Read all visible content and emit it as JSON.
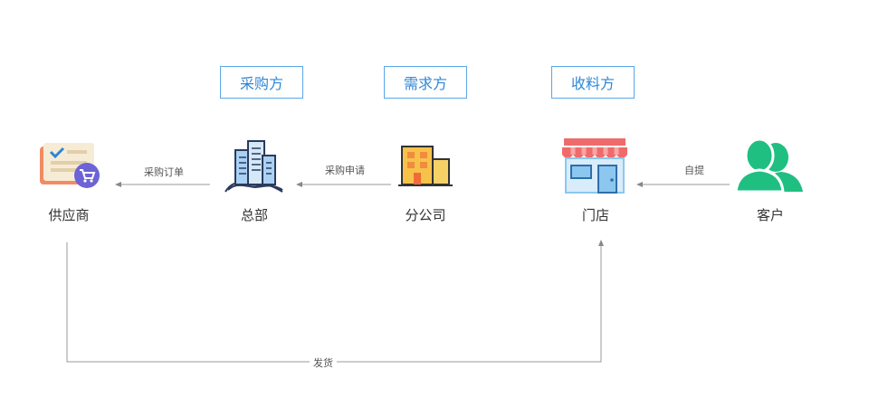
{
  "roles": [
    {
      "label": "采购方"
    },
    {
      "label": "需求方"
    },
    {
      "label": "收料方"
    }
  ],
  "nodes": {
    "supplier": {
      "label": "供应商",
      "icon": "supplier-cart-icon"
    },
    "headquarters": {
      "label": "总部",
      "icon": "headquarters-buildings-icon"
    },
    "branch": {
      "label": "分公司",
      "icon": "branch-building-icon"
    },
    "store": {
      "label": "门店",
      "icon": "storefront-icon"
    },
    "customer": {
      "label": "客户",
      "icon": "customers-people-icon"
    }
  },
  "edges": {
    "purchase_order": "采购订单",
    "purchase_request": "采购申请",
    "self_pickup": "自提",
    "shipping": "发货"
  },
  "colors": {
    "role_border": "#5aa7e8",
    "role_text": "#2f86d6",
    "arrow": "#888888",
    "customer_green": "#1fbf82",
    "store_red": "#ef6b6b",
    "store_blue": "#8cc7ef"
  }
}
